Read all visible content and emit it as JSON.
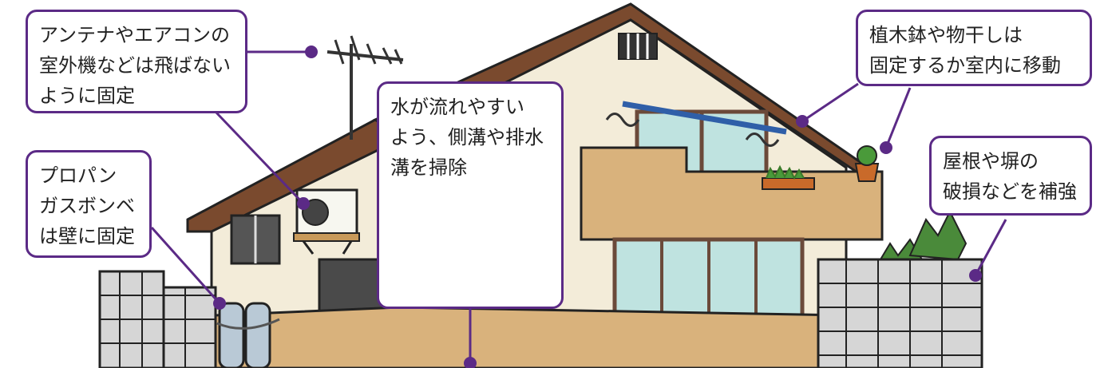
{
  "callouts": {
    "antenna": {
      "lines": [
        "アンテナやエアコンの",
        "室外機などは飛ばない",
        "ように固定"
      ]
    },
    "propane": {
      "lines": [
        "プロパン",
        "ガスボンベ",
        "は壁に固定"
      ]
    },
    "drain": {
      "lines": [
        "水が流れやすい",
        "よう、側溝や排水",
        "溝を掃除"
      ]
    },
    "plants": {
      "lines": [
        "植木鉢や物干しは",
        "固定するか室内に移動"
      ]
    },
    "roof": {
      "lines": [
        "屋根や塀の",
        "破損などを補強"
      ]
    }
  },
  "colors": {
    "accent": "#5b2a86",
    "wall": "#f3ecd9",
    "roof": "#7a4a2e",
    "ground": "#d9b27c",
    "block": "#d6d6d6"
  }
}
